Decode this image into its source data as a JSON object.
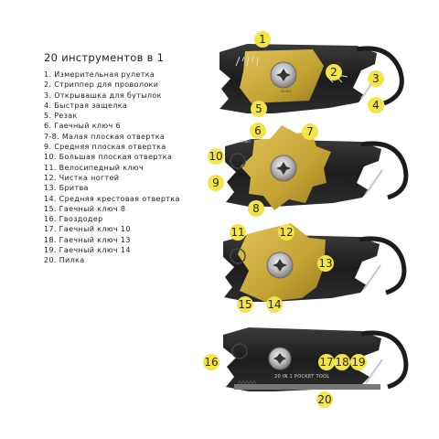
{
  "title": "20 инструментов в 1",
  "tools": [
    "1. Измерительная рулетка",
    "2. Стриппер для проволоки",
    "3. Открывашка для бутылок",
    " 4. Быстрая защелка",
    "5. Резак",
    "6. Гаечный ключ 6",
    "7-8. Малая плоская отвертка",
    "9. Средняя плоская отвертка",
    "10. Большая плоская отвертка",
    "11. Велосипедный ключ",
    "12. Чистка ногтей",
    "13. Бритва",
    "14. Средняя крестовая отвертка",
    "15. Гаечный ключ 8",
    "16. Гвоздодер",
    "17. Гаечный ключ 10",
    "18. Гаечный ключ 13",
    "19. Гаечный ключ 14",
    "20. Пилка"
  ],
  "tool_print": {
    "brand": "MUNIO",
    "pocket_tool_label": "20 IN 1 POCKET TOOL"
  },
  "markers": {
    "p1": [
      "1",
      "2",
      "3",
      "4",
      "5"
    ],
    "p2": [
      "6",
      "7",
      "10",
      "9",
      "8"
    ],
    "p3": [
      "11",
      "12",
      "13",
      "15",
      "14"
    ],
    "p4": [
      "16",
      "17",
      "18",
      "19",
      "20"
    ]
  },
  "colors": {
    "marker": "#f3e44a",
    "brass": "#c9a83a",
    "metal": "#1f1f1f"
  }
}
